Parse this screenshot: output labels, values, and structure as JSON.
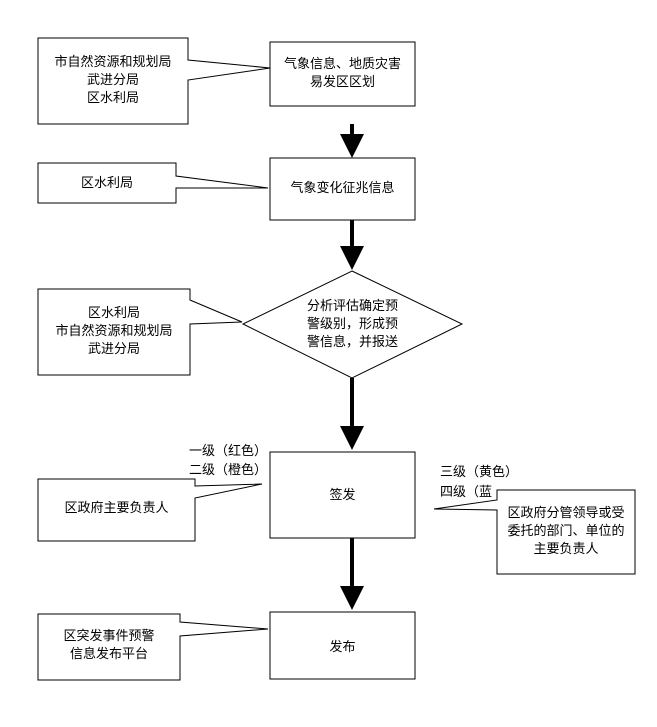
{
  "colors": {
    "stroke": "#000000",
    "fill": "#ffffff",
    "text": "#000000"
  },
  "process": {
    "step1": [
      "气象信息、地质灾害",
      "易发区区划"
    ],
    "step2": [
      "气象变化征兆信息"
    ],
    "step3": [
      "分析评估确定预",
      "警级别，形成预",
      "警信息，并报送"
    ],
    "step4": [
      "签发"
    ],
    "step5": [
      "发布"
    ]
  },
  "callouts": {
    "c1": [
      "市自然资源和规划局",
      "武进分局",
      "区水利局"
    ],
    "c2": [
      "区水利局"
    ],
    "c3": [
      "区水利局",
      "市自然资源和规划局",
      "武进分局"
    ],
    "c4": [
      "区政府主要负责人"
    ],
    "c5": [
      "区政府分管领导或受",
      "委托的部门、单位的",
      "主要负责人"
    ],
    "c6": [
      "区突发事件预警",
      "信息发布平台"
    ]
  },
  "levels": {
    "left": [
      "一级（红色）",
      "二级（橙色）"
    ],
    "right": [
      "三级（黄色）",
      "四级（蓝"
    ]
  }
}
